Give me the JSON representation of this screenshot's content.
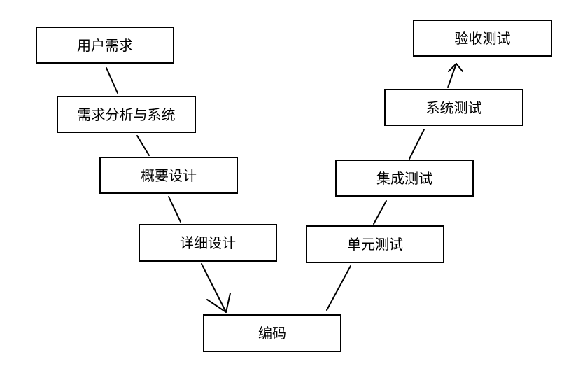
{
  "diagram": {
    "nodes": [
      {
        "id": "user-requirements",
        "label": "用户需求"
      },
      {
        "id": "requirements-analysis",
        "label": "需求分析与系统"
      },
      {
        "id": "high-level-design",
        "label": "概要设计"
      },
      {
        "id": "detailed-design",
        "label": "详细设计"
      },
      {
        "id": "coding",
        "label": "编码"
      },
      {
        "id": "unit-testing",
        "label": "单元测试"
      },
      {
        "id": "integration-testing",
        "label": "集成测试"
      },
      {
        "id": "system-testing",
        "label": "系统测试"
      },
      {
        "id": "acceptance-testing",
        "label": "验收测试"
      }
    ],
    "edges": [
      {
        "from": "user-requirements",
        "to": "requirements-analysis",
        "arrow": false
      },
      {
        "from": "requirements-analysis",
        "to": "high-level-design",
        "arrow": false
      },
      {
        "from": "high-level-design",
        "to": "detailed-design",
        "arrow": false
      },
      {
        "from": "detailed-design",
        "to": "coding",
        "arrow": true
      },
      {
        "from": "coding",
        "to": "unit-testing",
        "arrow": false
      },
      {
        "from": "unit-testing",
        "to": "integration-testing",
        "arrow": false
      },
      {
        "from": "integration-testing",
        "to": "system-testing",
        "arrow": false
      },
      {
        "from": "system-testing",
        "to": "acceptance-testing",
        "arrow": true
      }
    ],
    "colors": {
      "stroke": "#000000",
      "background": "#ffffff",
      "text": "#000000"
    }
  }
}
